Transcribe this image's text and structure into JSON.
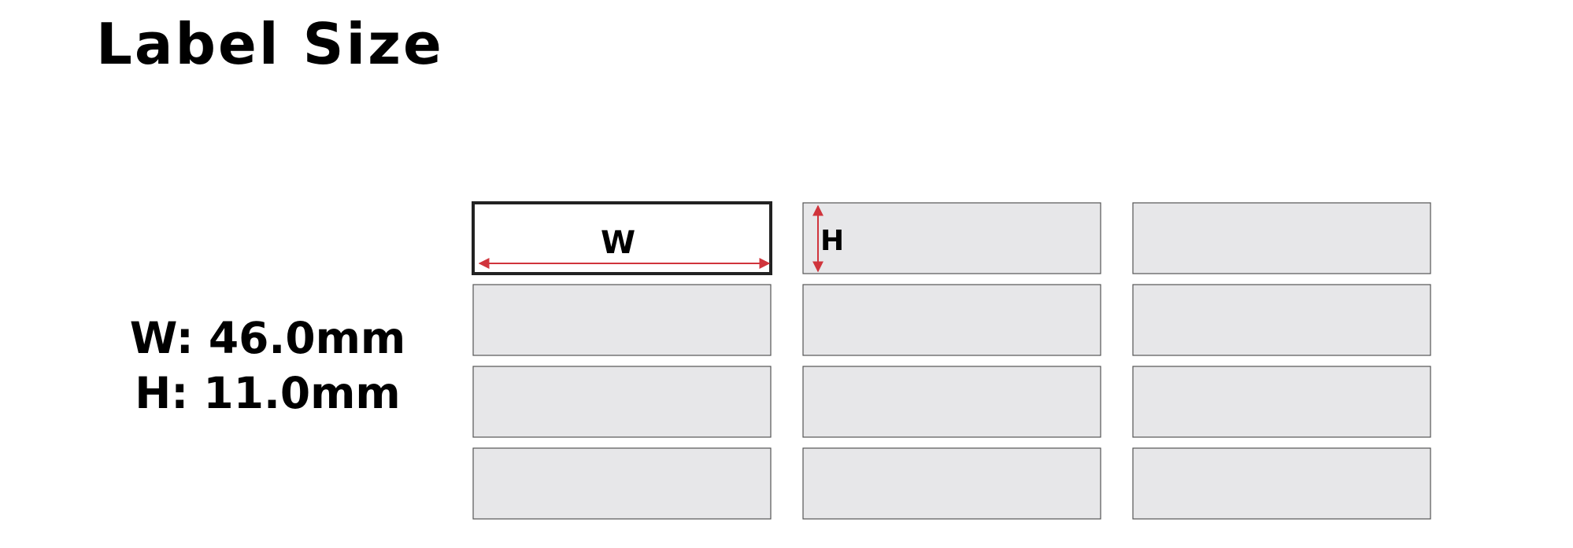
{
  "title": "Label Size",
  "dimensions": {
    "width_text": "W: 46.0mm",
    "height_text": "H: 11.0mm"
  },
  "labels": {
    "width_marker": "W",
    "height_marker": "H"
  },
  "grid": {
    "rows": 4,
    "columns": 3
  },
  "colors": {
    "label_fill": "#e7e7e9",
    "label_stroke": "#555555",
    "highlight_stroke": "#222222",
    "arrow": "#d0343c",
    "text": "#000000"
  }
}
